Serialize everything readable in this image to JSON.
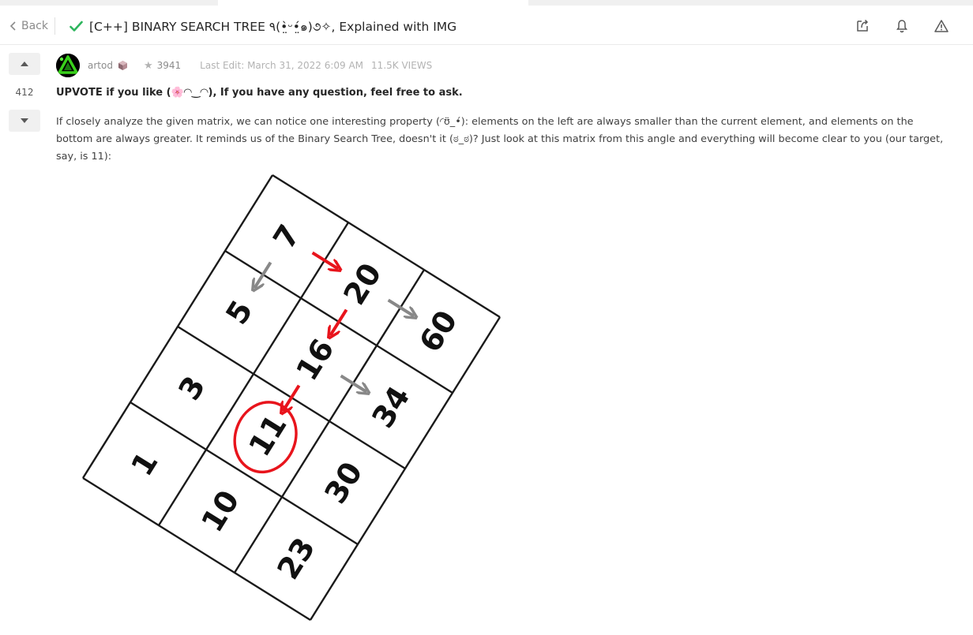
{
  "header": {
    "back_label": "Back",
    "title": "[C++] BINARY SEARCH TREE ٩(•̤̀ᵕ•̤́๑)૭✧, Explained with IMG",
    "icons": [
      "share-icon",
      "bell-icon",
      "report-icon"
    ],
    "accent_check_color": "#2db55d"
  },
  "vote": {
    "count": "412"
  },
  "post": {
    "author": "artod",
    "reputation": "3941",
    "last_edit": "Last Edit: March 31, 2022 6:09 AM",
    "views": "11.5K VIEWS",
    "heading": "UPVOTE if you like (🌸◠‿◠), If you have any question, feel free to ask.",
    "paragraph": "If closely analyze the given matrix, we can notice one interesting property (◜ʊ̈_•́): elements on the left are always smaller than the current element, and elements on the bottom are always greater. It reminds us of the Binary Search Tree, doesn't it (ಠ_ಠ)? Just look at this matrix from this angle and everything will become clear to you (our target, say, is 11):"
  },
  "figure": {
    "cells": [
      "7",
      "20",
      "60",
      "5",
      "16",
      "34",
      "3",
      "11",
      "30",
      "1",
      "10",
      "23"
    ],
    "path_color": "#e8141c",
    "alt_color": "#888888"
  }
}
